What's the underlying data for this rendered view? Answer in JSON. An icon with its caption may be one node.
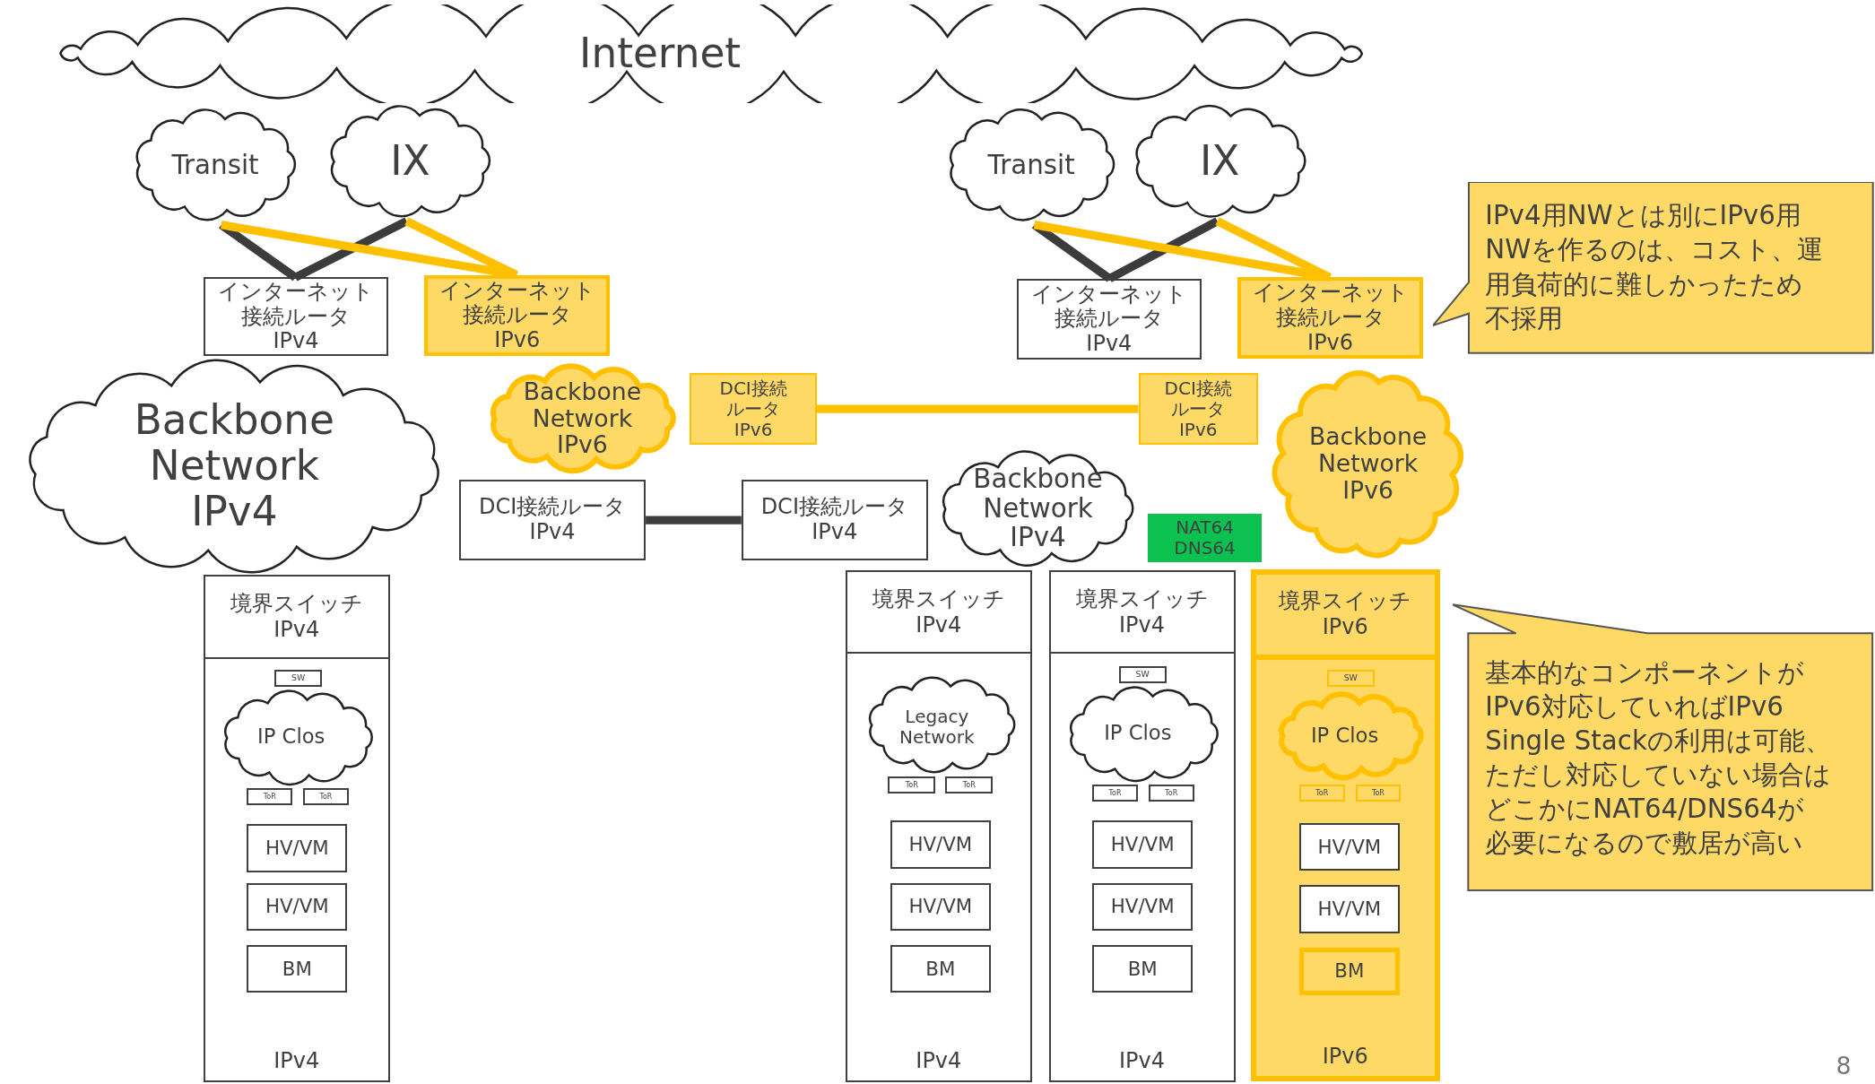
{
  "diagram": {
    "nodes": [
      {
        "text": [
          "Internet"
        ]
      },
      {
        "text": [
          "Transit"
        ]
      },
      {
        "text": [
          "IX"
        ]
      },
      {
        "text": [
          "Transit"
        ]
      },
      {
        "text": [
          "IX"
        ]
      },
      {
        "text": [
          "インターネット接続ルータ IPv4"
        ]
      },
      {
        "text": [
          "インターネット接続ルータ IPv6"
        ]
      },
      {
        "text": [
          "Backbone Network IPv4"
        ]
      },
      {
        "text": [
          "Backbone Network IPv6"
        ]
      },
      {
        "text": [
          "DCI接続ルータ IPv6"
        ]
      },
      {
        "text": [
          "DCI接続ルータ IPv4"
        ]
      },
      {
        "text": [
          "DCI接続ルータ IPv4"
        ]
      },
      {
        "text": [
          "境界スイッチ IPv4",
          "IPv4"
        ]
      },
      {
        "text": [
          "SW"
        ],
        "in": 12
      },
      {
        "text": [
          "IP Clos"
        ],
        "in": 12
      },
      {
        "text": [
          "ToR"
        ],
        "in": 12
      },
      {
        "text": [
          "ToR"
        ],
        "in": 12
      },
      {
        "text": [
          "HV/VM"
        ],
        "in": 12
      },
      {
        "text": [
          "HV/VM"
        ],
        "in": 12
      },
      {
        "text": [
          "BM"
        ],
        "in": 12
      },
      {
        "text": [
          "インターネット接続ルータ IPv4"
        ]
      },
      {
        "text": [
          "インターネット接続ルータ IPv6"
        ]
      },
      {
        "text": [
          "Backbone Network IPv4"
        ]
      },
      {
        "text": [
          "DCI接続ルータ IPv6"
        ]
      },
      {
        "text": [
          "Backbone Network IPv6"
        ]
      },
      {
        "text": [
          "NAT64 DNS64"
        ]
      },
      {
        "text": [
          "境界スイッチ IPv4",
          "IPv4"
        ]
      },
      {
        "text": [
          "Legacy Network"
        ],
        "in": 26
      },
      {
        "text": [
          "ToR"
        ],
        "in": 26
      },
      {
        "text": [
          "ToR"
        ],
        "in": 26
      },
      {
        "text": [
          "HV/VM"
        ],
        "in": 26
      },
      {
        "text": [
          "HV/VM"
        ],
        "in": 26
      },
      {
        "text": [
          "BM"
        ],
        "in": 26
      },
      {
        "text": [
          "境界スイッチ IPv4",
          "IPv4"
        ]
      },
      {
        "text": [
          "SW"
        ],
        "in": 33
      },
      {
        "text": [
          "IP Clos"
        ],
        "in": 33
      },
      {
        "text": [
          "ToR"
        ],
        "in": 33
      },
      {
        "text": [
          "ToR"
        ],
        "in": 33
      },
      {
        "text": [
          "HV/VM"
        ],
        "in": 33
      },
      {
        "text": [
          "HV/VM"
        ],
        "in": 33
      },
      {
        "text": [
          "BM"
        ],
        "in": 33
      },
      {
        "text": [
          "境界スイッチ IPv6",
          "IPv6"
        ]
      },
      {
        "text": [
          "SW"
        ],
        "in": 41
      },
      {
        "text": [
          "IP Clos"
        ],
        "in": 41
      },
      {
        "text": [
          "ToR"
        ],
        "in": 41
      },
      {
        "text": [
          "ToR"
        ],
        "in": 41
      },
      {
        "text": [
          "HV/VM"
        ],
        "in": 41
      },
      {
        "text": [
          "HV/VM"
        ],
        "in": 41
      },
      {
        "text": [
          "BM"
        ],
        "in": 41
      },
      {
        "text": [
          "IPv4用NWとは別にIPv6用NWを作るのは、コスト、運用負荷的に難しかったため不採用"
        ]
      },
      {
        "text": [
          "基本的なコンポーネントがIPv6対応していればIPv6 Single Stackの利用は可能、ただし対応していない場合はどこかにNAT64/DNS64が必要になるので敷居が高い"
        ]
      }
    ],
    "edges": [
      {
        "from": 1,
        "to": 5,
        "arrow": "none"
      },
      {
        "from": 2,
        "to": 5,
        "arrow": "none"
      },
      {
        "from": 1,
        "to": 6,
        "arrow": "none",
        "color": "#ffc000"
      },
      {
        "from": 2,
        "to": 6,
        "arrow": "none",
        "color": "#ffc000"
      },
      {
        "from": 3,
        "to": 20,
        "arrow": "none"
      },
      {
        "from": 4,
        "to": 20,
        "arrow": "none"
      },
      {
        "from": 3,
        "to": 21,
        "arrow": "none",
        "color": "#ffc000"
      },
      {
        "from": 4,
        "to": 21,
        "arrow": "none",
        "color": "#ffc000"
      },
      {
        "from": 10,
        "to": 11,
        "arrow": "none"
      },
      {
        "from": 9,
        "to": 23,
        "arrow": "none",
        "color": "#ffc000"
      }
    ],
    "labels": [
      "8"
    ]
  }
}
